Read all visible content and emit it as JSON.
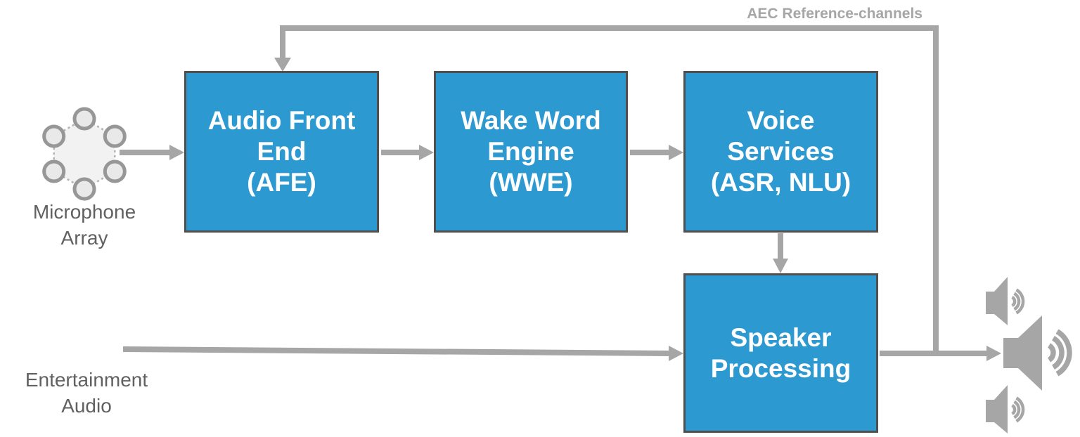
{
  "diagram": {
    "nodes": {
      "afe": {
        "label": "Audio Front\nEnd\n(AFE)"
      },
      "wwe": {
        "label": "Wake Word\nEngine\n(WWE)"
      },
      "voice": {
        "label": "Voice\nServices\n(ASR, NLU)"
      },
      "speaker": {
        "label": "Speaker\nProcessing"
      }
    },
    "labels": {
      "microphone_array": "Microphone\nArray",
      "entertainment_audio": "Entertainment\nAudio",
      "aec_reference": "AEC Reference-channels"
    },
    "icons": {
      "microphone_array": "hexagonal-6-element-mic-array-icon",
      "speaker_small_top": "small-loudspeaker-with-sound-waves-icon",
      "speaker_large": "large-loudspeaker-with-sound-waves-icon",
      "speaker_small_bottom": "small-loudspeaker-with-sound-waves-icon"
    },
    "connectors": [
      "microphone-array to afe",
      "afe to wwe",
      "wwe to voice-services",
      "voice-services to speaker-processing",
      "entertainment-audio to speaker-processing",
      "speaker-processing to loudspeakers",
      "aec-reference-channels feedback from speaker output to afe"
    ],
    "colors": {
      "background": "#ffffff",
      "node_fill": "#2d99d1",
      "node_border": "#4f4f4f",
      "node_text": "#ffffff",
      "connector": "#a6a6a6",
      "caption_text": "#616161",
      "aec_label_text": "#a6a6a6",
      "mic_hex_fill": "#f2f2f2",
      "mic_hex_stroke": "#b3b3b3",
      "mic_circle_fill": "#e9e9e9",
      "mic_circle_stroke": "#979797"
    }
  }
}
